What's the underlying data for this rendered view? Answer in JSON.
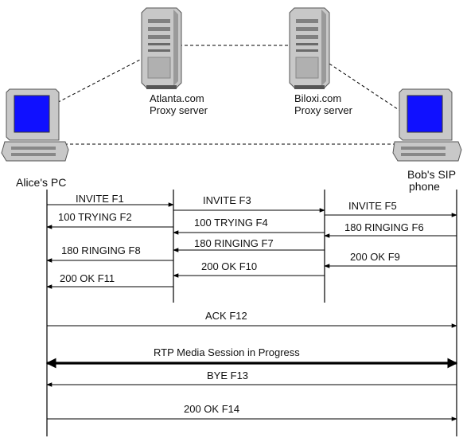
{
  "nodes": {
    "atlanta": {
      "line1": "Atlanta.com",
      "line2": "Proxy server"
    },
    "biloxi": {
      "line1": "Biloxi.com",
      "line2": "Proxy server"
    },
    "alice": {
      "label": "Alice's PC"
    },
    "bob": {
      "line1": "Bob's SIP",
      "line2": "phone"
    }
  },
  "messages": [
    {
      "id": "F1",
      "label": "INVITE F1",
      "from": "alice",
      "to": "atlanta"
    },
    {
      "id": "F2",
      "label": "100 TRYING F2",
      "from": "atlanta",
      "to": "alice"
    },
    {
      "id": "F3",
      "label": "INVITE F3",
      "from": "atlanta",
      "to": "biloxi"
    },
    {
      "id": "F4",
      "label": "100 TRYING F4",
      "from": "biloxi",
      "to": "atlanta"
    },
    {
      "id": "F5",
      "label": "INVITE F5",
      "from": "biloxi",
      "to": "bob"
    },
    {
      "id": "F6",
      "label": "180 RINGING F6",
      "from": "bob",
      "to": "biloxi"
    },
    {
      "id": "F7",
      "label": "180 RINGING F7",
      "from": "biloxi",
      "to": "atlanta"
    },
    {
      "id": "F8",
      "label": "180 RINGING F8",
      "from": "atlanta",
      "to": "alice"
    },
    {
      "id": "F9",
      "label": "200 OK F9",
      "from": "bob",
      "to": "biloxi"
    },
    {
      "id": "F10",
      "label": "200 OK  F10",
      "from": "biloxi",
      "to": "atlanta"
    },
    {
      "id": "F11",
      "label": "200 OK  F11",
      "from": "atlanta",
      "to": "alice"
    },
    {
      "id": "F12",
      "label": "ACK  F12",
      "from": "alice",
      "to": "bob"
    },
    {
      "id": "RTP",
      "label": "RTP Media Session in Progress",
      "from": "alice",
      "to": "bob",
      "bidirectional": true
    },
    {
      "id": "F13",
      "label": "BYE  F13",
      "from": "bob",
      "to": "alice"
    },
    {
      "id": "F14",
      "label": "200 OK  F14",
      "from": "alice",
      "to": "bob"
    }
  ],
  "colors": {
    "screen": "#1010ff",
    "case": "#c8c8c8",
    "line": "#000000"
  }
}
